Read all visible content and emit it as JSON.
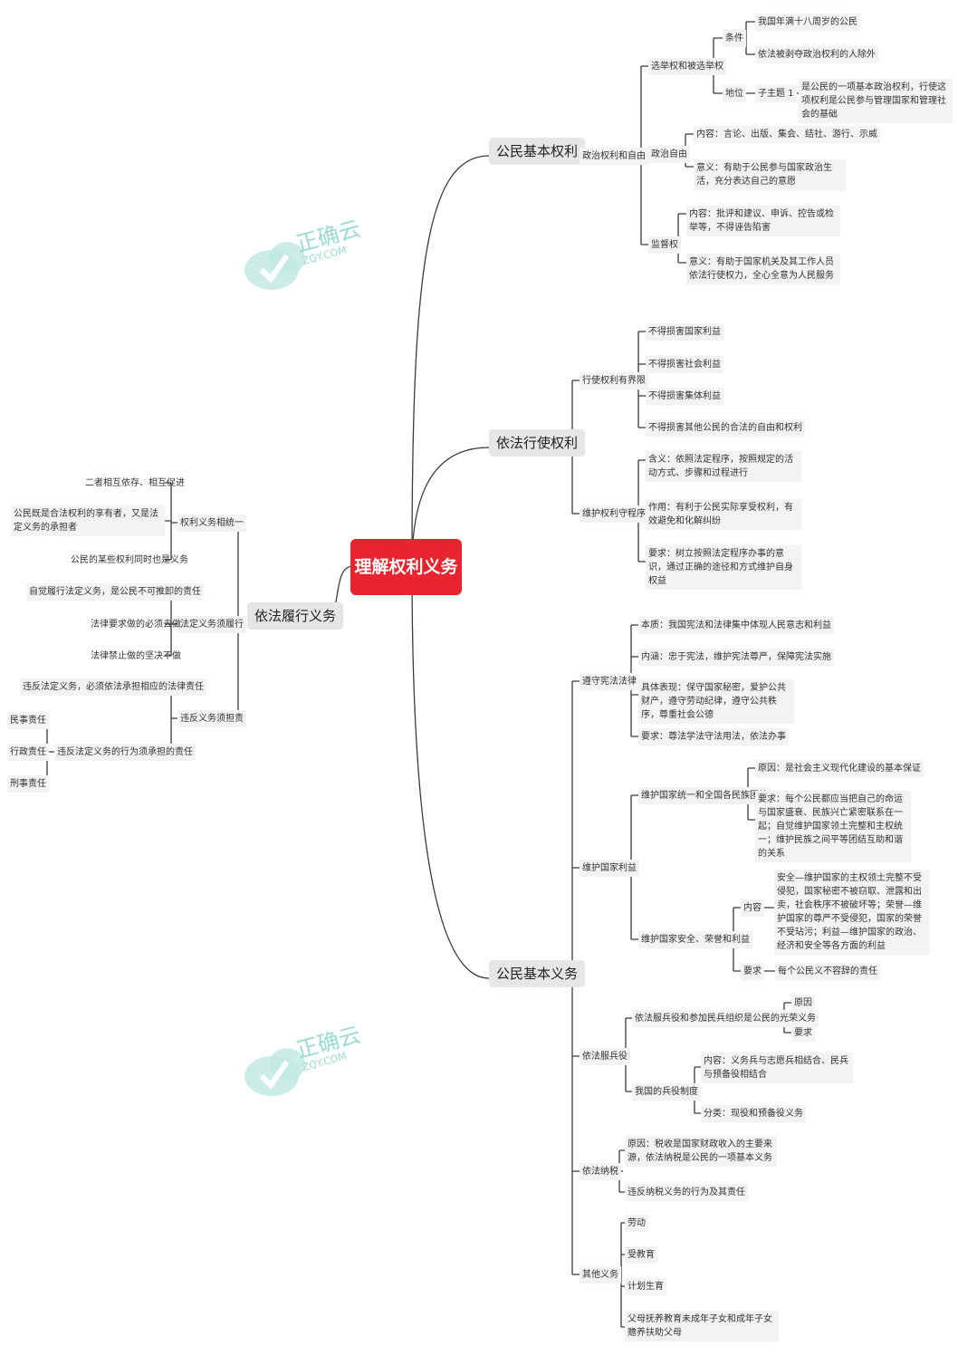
{
  "root": "理解权利义务",
  "watermark": {
    "text_cn": "正确云",
    "text_en": "ZQY.COM"
  },
  "colors": {
    "root": "#e8242e",
    "line": "#3b3b3b",
    "watermark": "#9bdad0"
  },
  "branches": {
    "b1": {
      "label": "公民基本权利",
      "p": {
        "label": "政治权利和自由",
        "x": {
          "label": "选举权和被选举权",
          "tj": {
            "label": "条件",
            "a": "我国年满十八周岁的公民",
            "b": "依法被剥夺政治权利的人除外"
          },
          "dw": {
            "label": "地位",
            "zt": "子主题 1",
            "text": "是公民的一项基本政治权利，行使这项权利是公民参与管理国家和管理社会的基础"
          }
        },
        "z": {
          "label": "政治自由",
          "nr": "内容：言论、出版、集会、结社、游行、示威",
          "yy": "意义：有助于公民参与国家政治生活，充分表达自己的意愿"
        },
        "j": {
          "label": "监督权",
          "nr": "内容：批评和建议、申诉、控告或检举等，不得诬告陷害",
          "yy": "意义：有助于国家机关及其工作人员依法行使权力，全心全意为人民服务"
        }
      }
    },
    "b2": {
      "label": "依法行使权利",
      "jj": {
        "label": "行使权利有界限",
        "items": [
          "不得损害国家利益",
          "不得损害社会利益",
          "不得损害集体利益",
          "不得损害其他公民的合法的自由和权利"
        ]
      },
      "cx": {
        "label": "维护权利守程序",
        "items": [
          "含义：依照法定程序，按照规定的活动方式、步骤和过程进行",
          "作用：有利于公民实际享受权利，有效避免和化解纠纷",
          "要求：树立按照法定程序办事的意识，通过正确的途径和方式维护自身权益"
        ]
      }
    },
    "b3": {
      "label": "公民基本义务",
      "zs": {
        "label": "遵守宪法法律",
        "items": [
          "本质：我国宪法和法律集中体现人民意志和利益",
          "内涵：忠于宪法，维护宪法尊严，保障宪法实施",
          "具体表现：保守国家秘密，爱护公共财产，遵守劳动纪律，遵守公共秩序，尊重社会公德",
          "要求：尊法学法守法用法，依法办事"
        ]
      },
      "wh": {
        "label": "维护国家利益",
        "ty": {
          "label": "维护国家统一和全国各民族团结",
          "yy": "原因：是社会主义现代化建设的基本保证",
          "yq": "要求：每个公民都应当把自己的命运与国家盛衰、民族兴亡紧密联系在一起；自觉维护国家领土完整和主权统一；维护民族之间平等团结互助和谐的关系"
        },
        "aq": {
          "label": "维护国家安全、荣誉和利益",
          "nr_label": "内容",
          "nr": "安全—维护国家的主权领土完整不受侵犯，国家秘密不被窃取、泄露和出卖，社会秩序不被破坏等；荣誉—维护国家的尊严不受侵犯，国家的荣誉不受玷污；利益—维护国家的政治、经济和安全等各方面的利益",
          "yq_label": "要求",
          "yq": "每个公民义不容辞的责任"
        }
      },
      "by": {
        "label": "依法服兵役",
        "gr": {
          "label": "依法服兵役和参加民兵组织是公民的光荣义务",
          "a": "原因",
          "b": "要求"
        },
        "zd": {
          "label": "我国的兵役制度",
          "nr": "内容：义务兵与志愿兵相结合、民兵与预备役相结合",
          "fl": "分类：现役和预备役义务"
        }
      },
      "ns": {
        "label": "依法纳税",
        "yy": "原因：税收是国家财政收入的主要来源，依法纳税是公民的一项基本义务",
        "wf": "违反纳税义务的行为及其责任"
      },
      "qt": {
        "label": "其他义务",
        "items": [
          "劳动",
          "受教育",
          "计划生育",
          "父母抚养教育未成年子女和成年子女赡养扶助父母"
        ]
      }
    },
    "b4": {
      "label": "依法履行义务",
      "ty": {
        "label": "权利义务相统一",
        "items": [
          "二者相互依存、相互促进",
          "公民既是合法权利的享有者，又是法定义务的承担者",
          "公民的某些权利同时也是义务"
        ]
      },
      "lx": {
        "label": "法定义务须履行",
        "items": [
          "自觉履行法定义务，是公民不可推卸的责任",
          "法律要求做的必须去做",
          "法律禁止做的坚决不做"
        ]
      },
      "dz": {
        "label": "违反义务须担责",
        "a": "违反法定义务，必须依法承担相应的法律责任",
        "b": "违反法定义务的行为须承担的责任",
        "c": [
          "民事责任",
          "行政责任",
          "刑事责任"
        ]
      }
    }
  }
}
